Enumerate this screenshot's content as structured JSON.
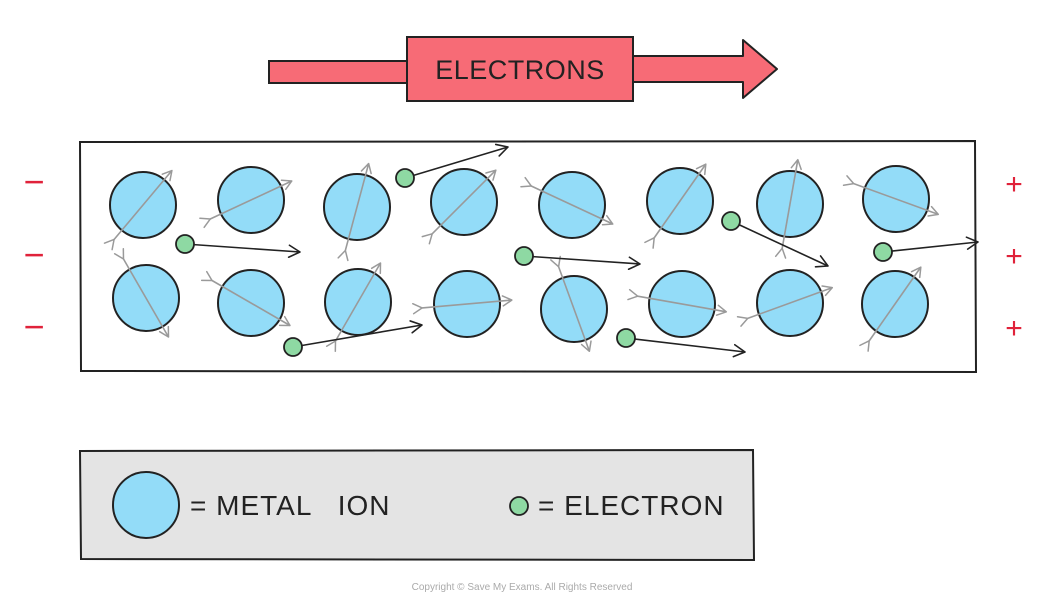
{
  "arrow": {
    "label": "ELECTRONS",
    "direction": "right"
  },
  "terminals": {
    "left_sign": "−",
    "right_sign": "+",
    "count_per_side": 3
  },
  "lattice": {
    "rows": 2,
    "ions_per_row": 8,
    "free_electrons": 7
  },
  "legend": {
    "ion_label": "= METAL   ION",
    "electron_label": "= ELECTRON"
  },
  "copyright": "Copyright © Save My Exams. All Rights Reserved",
  "colors": {
    "ion_fill": "#93dcf8",
    "electron_fill": "#8ed9a3",
    "arrow_fill": "#f76b76",
    "sign_color": "#e0223a",
    "legend_bg": "#e4e4e4",
    "outline": "#222222",
    "vibration_arrow": "#9a9a9a"
  }
}
